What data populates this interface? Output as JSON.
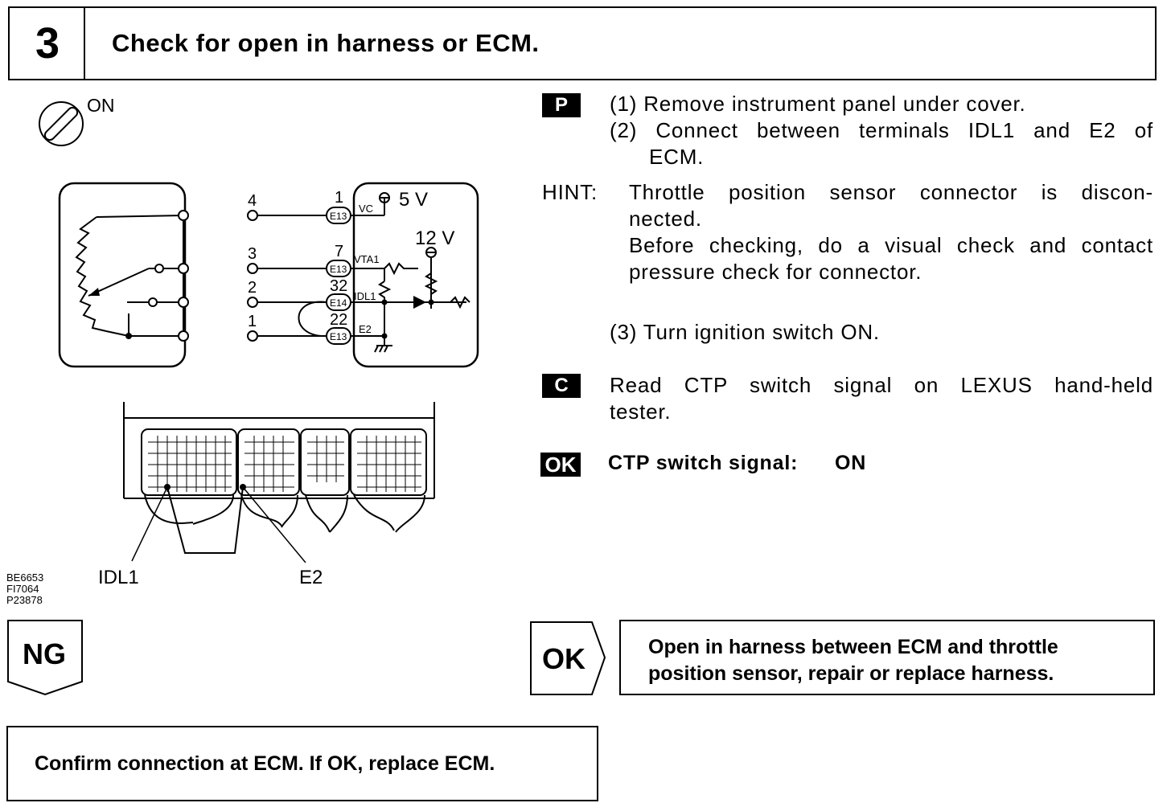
{
  "step": {
    "number": "3",
    "title": "Check for open in harness or ECM."
  },
  "ignition": {
    "label": "ON",
    "icon": "ignition-key-icon"
  },
  "procedure": {
    "badge_p": "P",
    "line1": "(1) Remove instrument panel under cover.",
    "line2a": "(2) Connect between terminals IDL1 and E2 of",
    "line2b": "ECM.",
    "hint_label": "HINT:",
    "hint1a": "Throttle position sensor connector is discon-",
    "hint1b": "nected.",
    "hint2a": "Before checking, do a visual check and contact",
    "hint2b": "pressure check for connector.",
    "line3": "(3) Turn ignition switch ON."
  },
  "check": {
    "badge_c": "C",
    "line1": "Read CTP switch signal on LEXUS hand-held",
    "line2": "tester.",
    "badge_ok": "OK",
    "result_label": "CTP switch signal:",
    "result_value": "ON"
  },
  "diagram": {
    "sensor_pins": [
      "4",
      "3",
      "2",
      "1"
    ],
    "ecm_pins": [
      "1",
      "7",
      "32",
      "22"
    ],
    "connectors": [
      "E13",
      "E13",
      "E14",
      "E13"
    ],
    "terminals": [
      "VC",
      "VTA1",
      "IDL1",
      "E2"
    ],
    "voltage_5v": "5 V",
    "voltage_12v": "12 V",
    "ecm_label_idl1": "IDL1",
    "ecm_label_e2": "E2",
    "figure_codes": [
      "BE6653",
      "FI7064",
      "P23878"
    ]
  },
  "ng": {
    "label": "NG",
    "result": "Confirm connection at ECM. If OK, replace ECM."
  },
  "ok": {
    "label": "OK",
    "result_line1": "Open in harness between ECM and throttle",
    "result_line2": "position sensor, repair or replace harness."
  }
}
